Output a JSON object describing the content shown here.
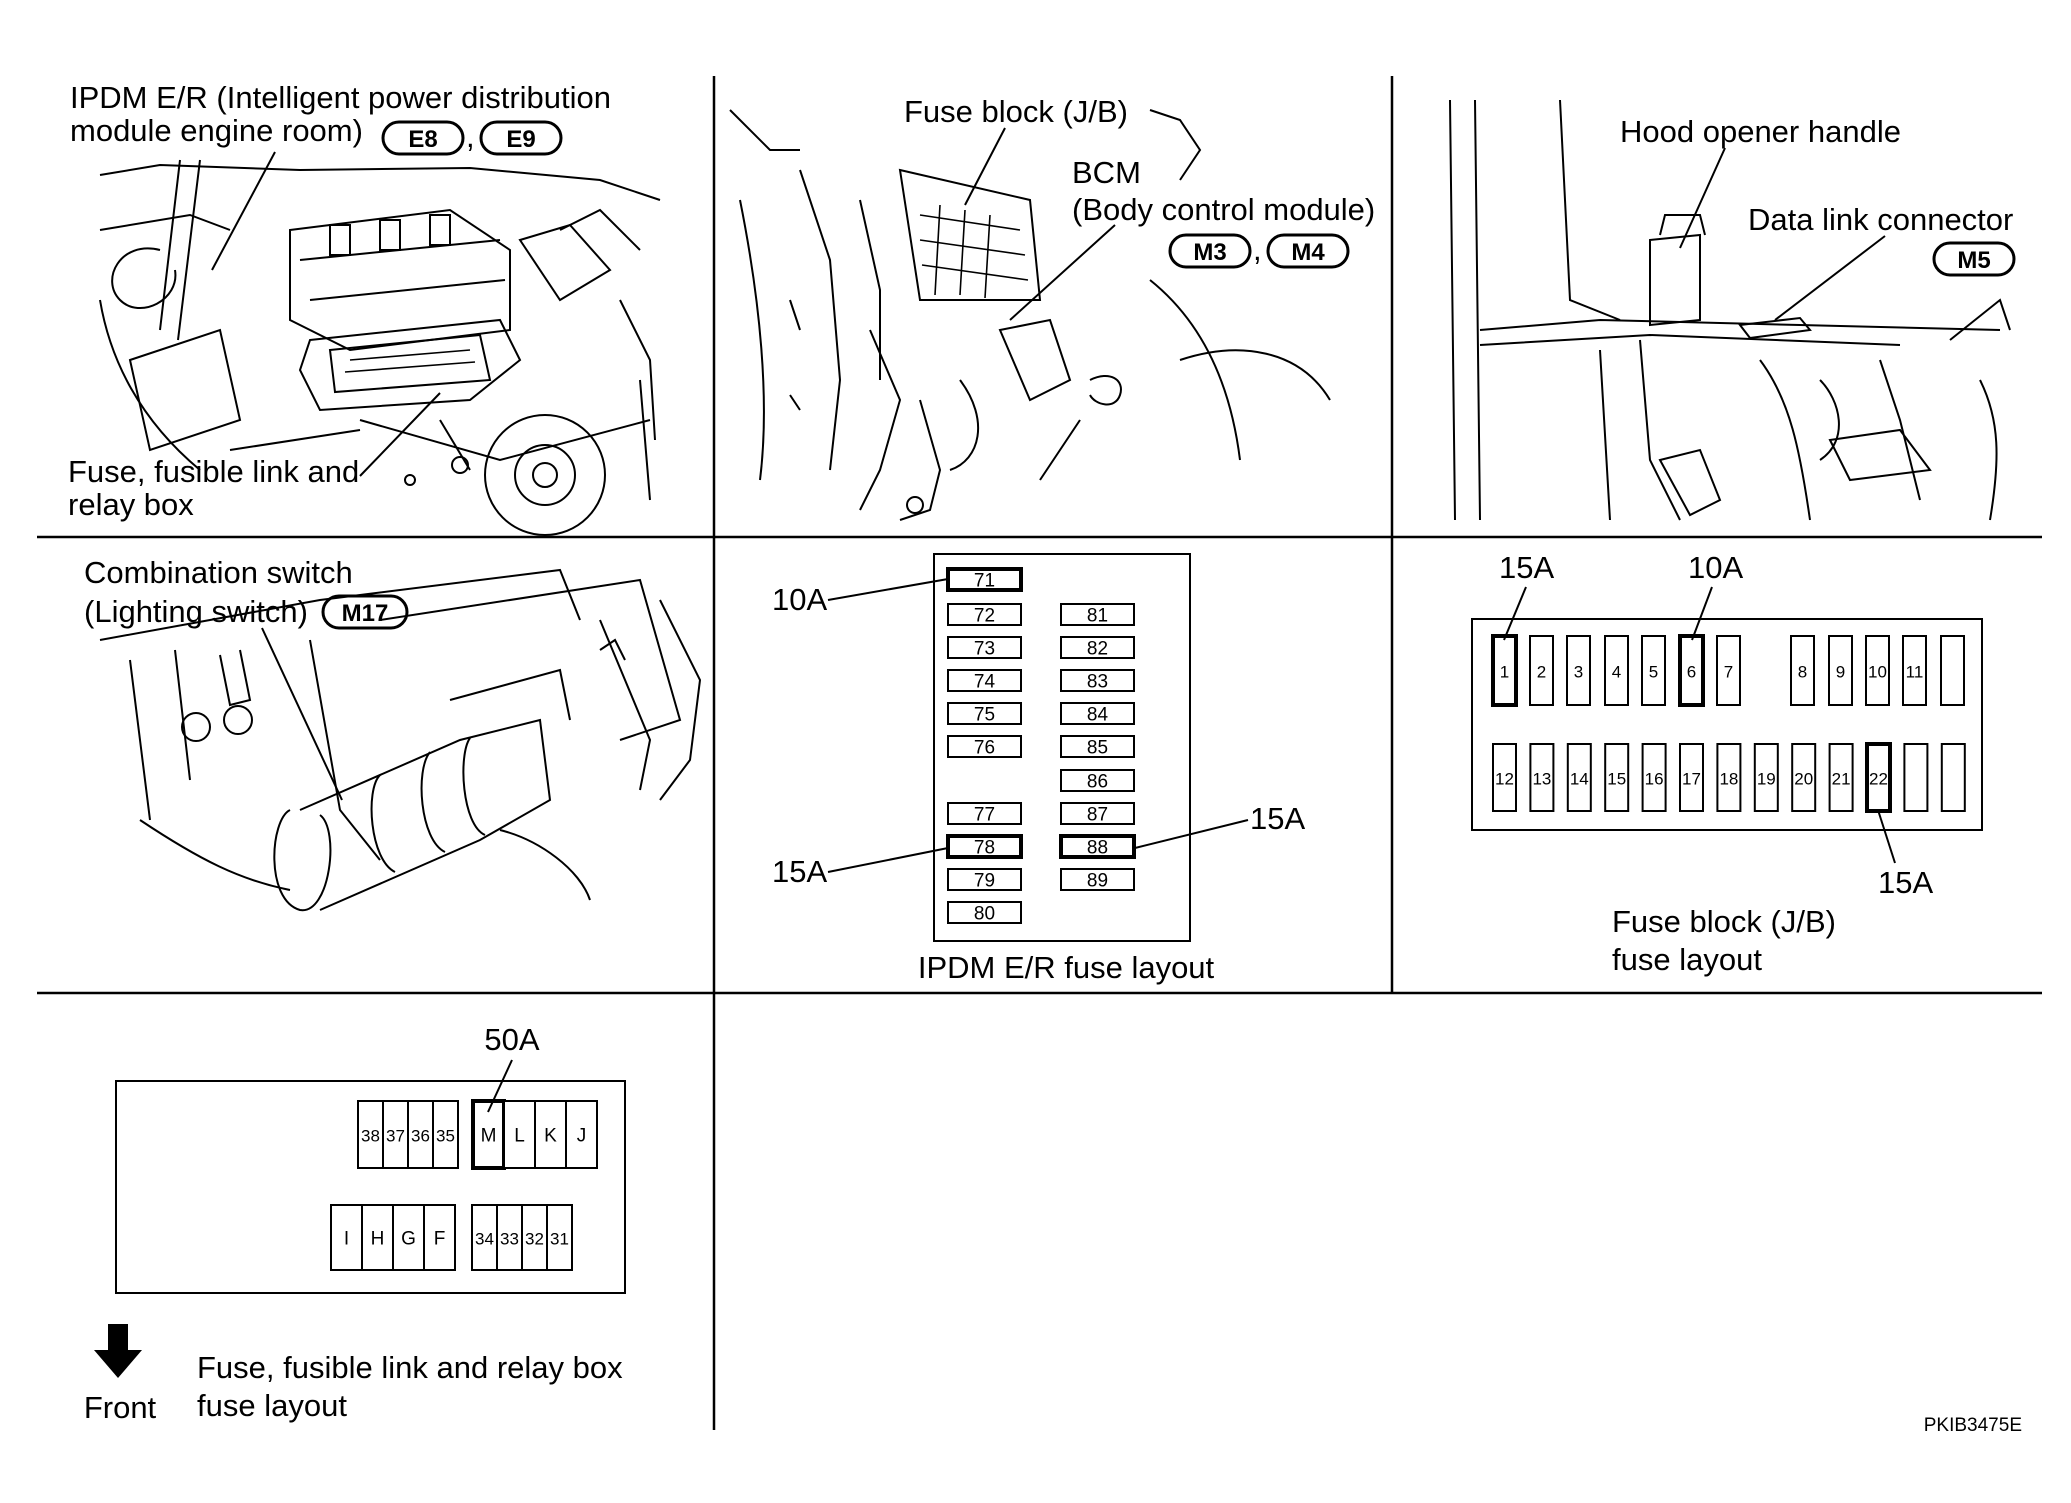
{
  "labels": {
    "ipdm_title_line1": "IPDM E/R (Intelligent power distribution",
    "ipdm_title_line2": "module engine room)",
    "fuse_link_relay_line1": "Fuse, fusible link and",
    "fuse_link_relay_line2": "relay box",
    "fuse_block": "Fuse block (J/B)",
    "bcm_line1": "BCM",
    "bcm_line2": "(Body control module)",
    "hood_opener": "Hood opener handle",
    "data_link": "Data link connector",
    "combination_line1": "Combination switch",
    "combination_line2": "(Lighting switch)",
    "ipdm_layout_caption": "IPDM E/R fuse layout",
    "jb_layout_line1": "Fuse block (J/B)",
    "jb_layout_line2": "fuse layout",
    "relay_layout_line1": "Fuse, fusible link and relay box",
    "relay_layout_line2": "fuse layout",
    "front": "Front",
    "comma": ",",
    "image_code": "PKIB3475E"
  },
  "connectors": {
    "e8": "E8",
    "e9": "E9",
    "m3": "M3",
    "m4": "M4",
    "m5": "M5",
    "m17": "M17"
  },
  "ratings": {
    "ipdm_71": "10A",
    "ipdm_78": "15A",
    "ipdm_88": "15A",
    "jb_1": "15A",
    "jb_6": "10A",
    "jb_22": "15A",
    "relay_m": "50A"
  },
  "ipdm_fuses": {
    "left": [
      "71",
      "72",
      "73",
      "74",
      "75",
      "76",
      "77",
      "78",
      "79",
      "80"
    ],
    "right": [
      "81",
      "82",
      "83",
      "84",
      "85",
      "86",
      "87",
      "88",
      "89"
    ]
  },
  "jb_fuses": {
    "top": [
      "1",
      "2",
      "3",
      "4",
      "5",
      "6",
      "7",
      "8",
      "9",
      "10",
      "11",
      ""
    ],
    "bottom": [
      "12",
      "13",
      "14",
      "15",
      "16",
      "17",
      "18",
      "19",
      "20",
      "21",
      "22",
      "",
      ""
    ]
  },
  "relay_fuses": {
    "top_small": [
      "38",
      "37",
      "36",
      "35"
    ],
    "top_large": [
      "M",
      "L",
      "K",
      "J"
    ],
    "bottom_large": [
      "I",
      "H",
      "G",
      "F"
    ],
    "bottom_small": [
      "34",
      "33",
      "32",
      "31"
    ]
  }
}
